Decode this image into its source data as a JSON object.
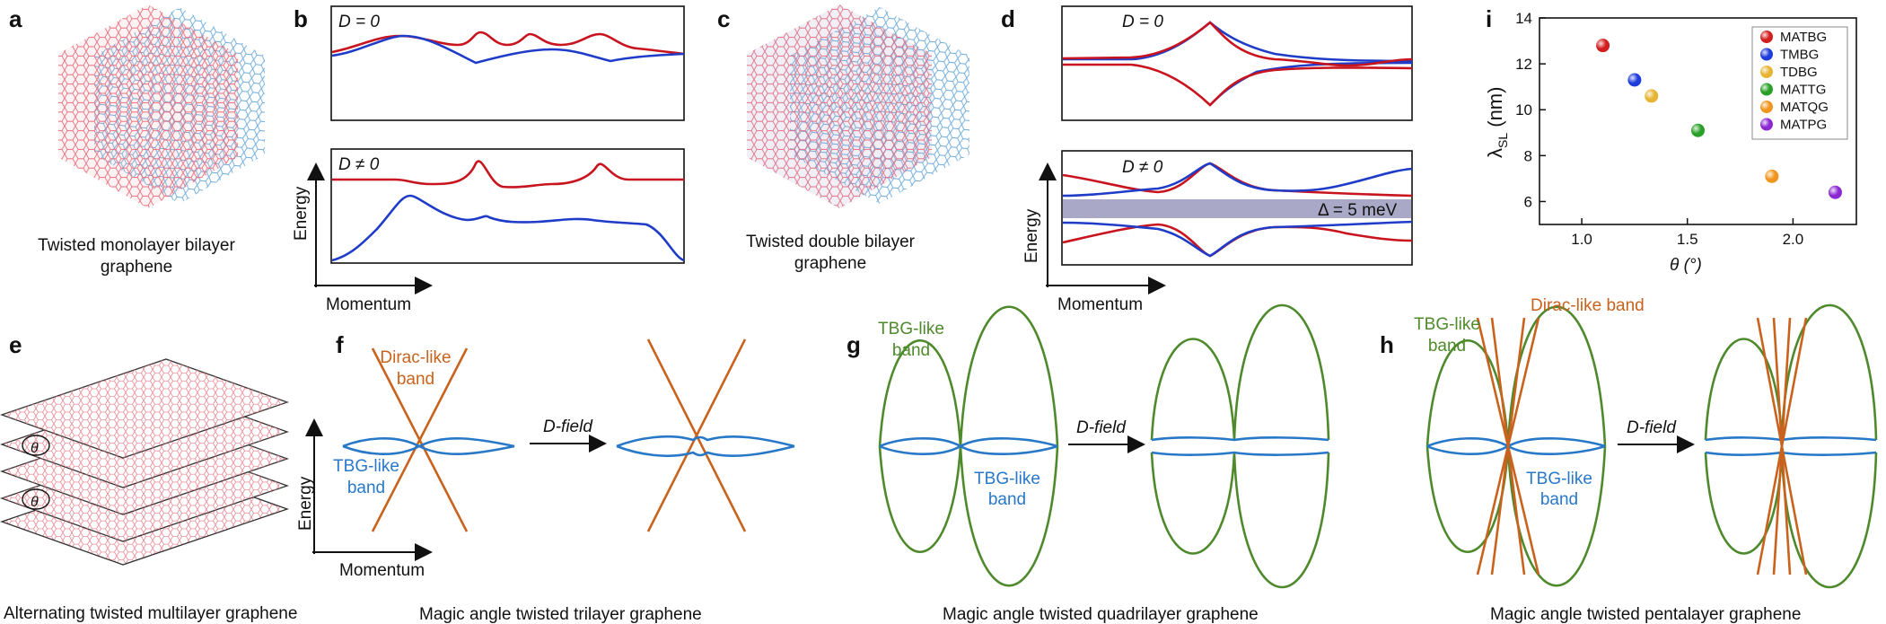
{
  "panels": {
    "a": {
      "label": "a",
      "caption": [
        "Twisted monolayer bilayer",
        "graphene"
      ]
    },
    "b": {
      "label": "b",
      "top_label": "D = 0",
      "bottom_label": "D ≠ 0",
      "ylabel": "Energy",
      "xlabel": "Momentum"
    },
    "c": {
      "label": "c",
      "caption": [
        "Twisted double bilayer",
        "graphene"
      ]
    },
    "d": {
      "label": "d",
      "top_label": "D = 0",
      "bottom_label": "D ≠ 0",
      "gap_label": "Δ = 5 meV",
      "ylabel": "Energy",
      "xlabel": "Momentum"
    },
    "e": {
      "label": "e",
      "caption": "Alternating twisted multilayer graphene",
      "angle": "θ"
    },
    "f": {
      "label": "f",
      "dirac": [
        "Dirac-like",
        "band"
      ],
      "tbg": [
        "TBG-like",
        "band"
      ],
      "ylabel": "Energy",
      "xlabel": "Momentum",
      "arrow": "D-field",
      "caption": "Magic angle twisted trilayer graphene"
    },
    "g": {
      "label": "g",
      "tbg_green": [
        "TBG-like",
        "band"
      ],
      "tbg_blue": [
        "TBG-like",
        "band"
      ],
      "arrow": "D-field",
      "caption": "Magic angle twisted quadrilayer graphene"
    },
    "h": {
      "label": "h",
      "tbg_green": [
        "TBG-like",
        "band"
      ],
      "dirac": "Dirac-like band",
      "tbg_blue": [
        "TBG-like",
        "band"
      ],
      "arrow": "D-field",
      "caption": "Magic angle twisted pentalayer graphene"
    },
    "i": {
      "label": "i",
      "ylabel": "λ",
      "ylabel_sub": "SL",
      "ylabel_unit": " (nm)",
      "xlabel": "θ (°)"
    }
  },
  "colors": {
    "red": "#c8141e",
    "blue": "#1e3cc8",
    "orange": "#c8621c",
    "tbg_blue": "#2878c8",
    "green": "#4e8a2c",
    "gap": "#8c8cb4",
    "lattice_red": "#e85a6a",
    "lattice_blue": "#5aa0d8"
  },
  "chart_data": {
    "type": "scatter",
    "xlim": [
      0.8,
      2.3
    ],
    "ylim": [
      5,
      14
    ],
    "xticks": [
      "1.0",
      "1.5",
      "2.0"
    ],
    "yticks": [
      "6",
      "8",
      "10",
      "12",
      "14"
    ],
    "xlabel": "θ (°)",
    "ylabel": "λSL (nm)",
    "legend_position": "top-right",
    "series": [
      {
        "name": "MATBG",
        "x": 1.1,
        "y": 12.8,
        "color": "#d21e1e"
      },
      {
        "name": "TMBG",
        "x": 1.25,
        "y": 11.3,
        "color": "#1e3cdc"
      },
      {
        "name": "TDBG",
        "x": 1.33,
        "y": 10.6,
        "color": "#e6b432"
      },
      {
        "name": "MATTG",
        "x": 1.55,
        "y": 9.1,
        "color": "#28a028"
      },
      {
        "name": "MATQG",
        "x": 1.9,
        "y": 7.1,
        "color": "#f0961e"
      },
      {
        "name": "MATPG",
        "x": 2.2,
        "y": 6.4,
        "color": "#8c28d2"
      }
    ]
  }
}
